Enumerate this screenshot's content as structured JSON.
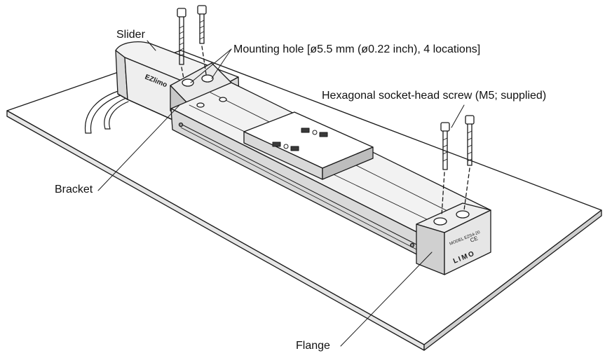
{
  "labels": {
    "slider": "Slider",
    "mounting_hole": "Mounting hole [ø5.5 mm (ø0.22 inch), 4 locations]",
    "hex_screw": "Hexagonal socket-head screw (M5; supplied)",
    "bracket": "Bracket",
    "flange": "Flange"
  },
  "product": {
    "brand": "EZlimo",
    "model_text": "MODEL EZS4-20",
    "ce_mark": "CE",
    "end_logo": "LIMO"
  },
  "colors": {
    "line": "#1a1a1a",
    "base_plate": "#ffffff",
    "actuator_top": "#f2f2f2",
    "actuator_side": "#d9d9d9",
    "actuator_dark": "#9a9a9a"
  }
}
